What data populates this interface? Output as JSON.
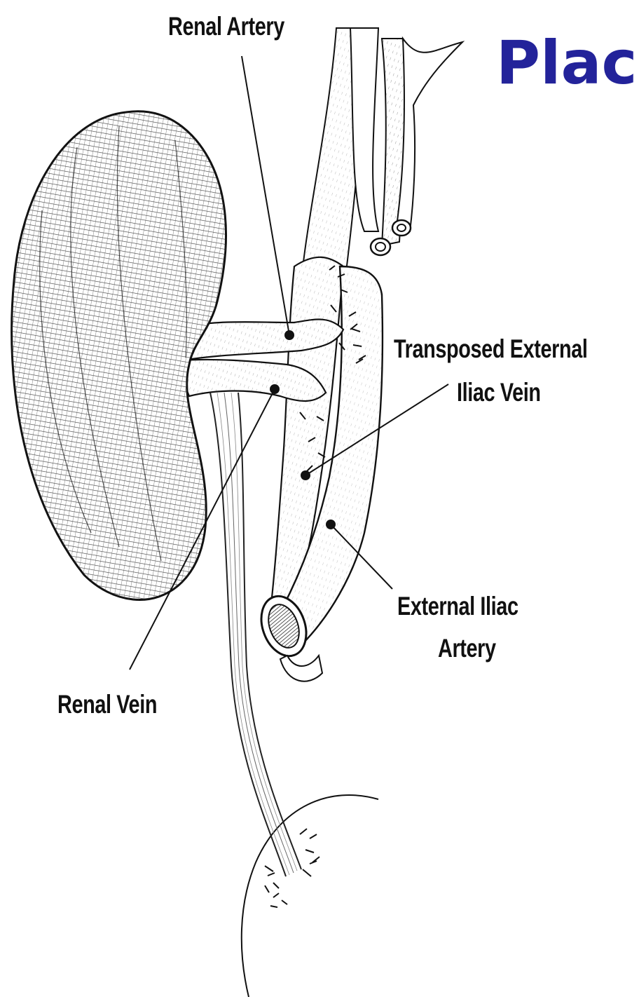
{
  "title": "Plac",
  "labels": {
    "renal_artery": "Renal Artery",
    "transposed_line1": "Transposed External",
    "transposed_line2": "Iliac Vein",
    "external_line1": "External Iliac",
    "external_line2": "Artery",
    "renal_vein": "Renal Vein"
  },
  "colors": {
    "title": "#23239a",
    "ink": "#111111",
    "background": "#ffffff"
  }
}
